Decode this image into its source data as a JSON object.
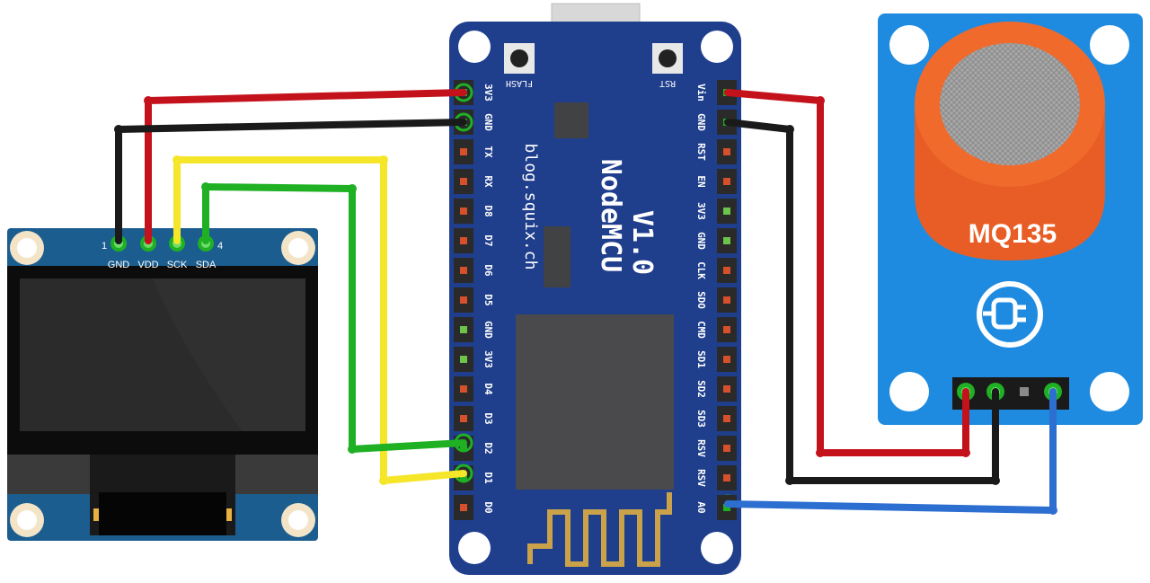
{
  "oled": {
    "pins": [
      {
        "name": "GND",
        "number": "1"
      },
      {
        "name": "VDD",
        "number": ""
      },
      {
        "name": "SCK",
        "number": ""
      },
      {
        "name": "SDA",
        "number": "4"
      }
    ]
  },
  "nodemcu": {
    "title": "NodeMCU",
    "version": "V1.0",
    "site": "blog.squix.ch",
    "flash_label": "FLASH",
    "rst_label": "RST",
    "left_pins": [
      "3V3",
      "GND",
      "TX",
      "RX",
      "D8",
      "D7",
      "D6",
      "D5",
      "GND",
      "3V3",
      "D4",
      "D3",
      "D2",
      "D1",
      "D0"
    ],
    "right_pins": [
      "Vin",
      "GND",
      "RST",
      "EN",
      "3V3",
      "GND",
      "CLK",
      "SDO",
      "CMD",
      "SD1",
      "SD2",
      "SD3",
      "RSV",
      "RSV",
      "A0"
    ]
  },
  "sensor": {
    "label": "MQ135"
  },
  "colors": {
    "board_blue": "#1f3e8c",
    "oled_teal": "#1b5d8f",
    "sensor_blue": "#1e8be0",
    "sensor_cap": "#e85d25",
    "wire_red": "#c4121c",
    "wire_black": "#1a1a1a",
    "wire_yellow": "#f5e62a",
    "wire_green": "#1fb024",
    "wire_blue": "#2d6fd1",
    "antenna_gold": "#c9a24a"
  },
  "wires": [
    {
      "name": "red-wire",
      "from": "OLED VDD",
      "to": "NodeMCU 3V3"
    },
    {
      "name": "black-wire",
      "from": "OLED GND",
      "to": "NodeMCU GND"
    },
    {
      "name": "yellow-wire",
      "from": "OLED SCK",
      "to": "NodeMCU D1"
    },
    {
      "name": "green-wire",
      "from": "OLED SDA",
      "to": "NodeMCU D2"
    },
    {
      "name": "red-wire-sensor",
      "from": "NodeMCU Vin",
      "to": "MQ135 VCC"
    },
    {
      "name": "black-wire-sensor",
      "from": "NodeMCU GND",
      "to": "MQ135 GND"
    },
    {
      "name": "blue-wire-sensor",
      "from": "NodeMCU A0",
      "to": "MQ135 AO"
    }
  ]
}
